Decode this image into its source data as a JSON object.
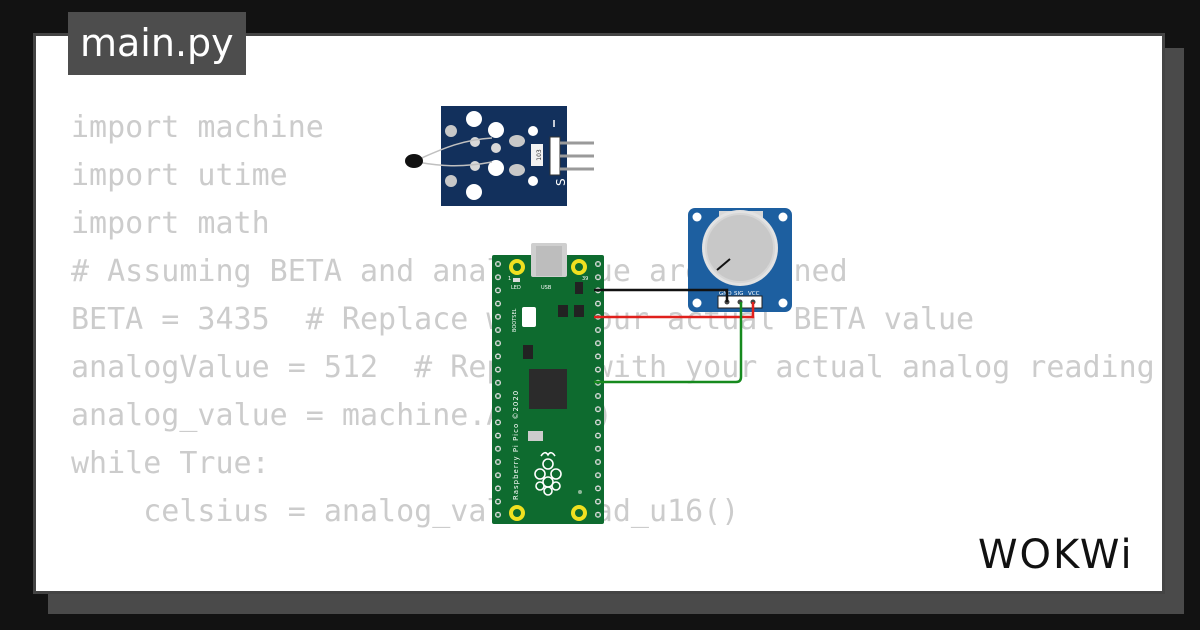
{
  "file_tab": {
    "label": "main.py"
  },
  "code_lines": [
    "import machine",
    "import utime",
    "import math",
    "# Assuming BETA and analogValue are defined",
    "BETA = 3435  # Replace with your actual BETA value",
    "analogValue = 512  # Replace with your actual analog reading",
    "",
    "analog_value = machine.ADC(26)",
    "",
    "while True:",
    "    celsius = analog_value.read_u16()"
  ],
  "components": {
    "ntc_sensor": {
      "pin_label": "S",
      "resistor_label": "103"
    },
    "pico": {
      "board_label": "Raspberry Pi Pico ©2020",
      "bootsel_label": "BOOTSEL",
      "led_label": "LED",
      "usb_label": "USB",
      "pin_top_left": "1",
      "pin_top_right": "39",
      "color": "#0e6b2f"
    },
    "potentiometer": {
      "pin_labels": [
        "GND",
        "SIG",
        "VCC"
      ],
      "color": "#1d5fa0"
    }
  },
  "wires": [
    {
      "name": "gnd",
      "color": "#111111"
    },
    {
      "name": "vcc",
      "color": "#e0201c"
    },
    {
      "name": "sig",
      "color": "#168a1e"
    }
  ],
  "brand": {
    "logo_text": "WOKWi"
  }
}
